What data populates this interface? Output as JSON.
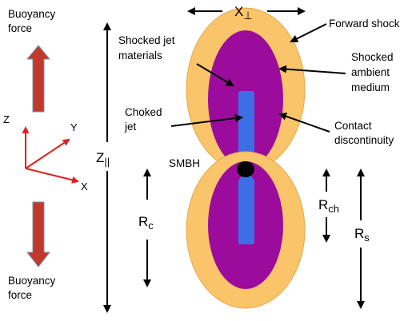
{
  "colors": {
    "forward_shock_fill": "#f9c46a",
    "ambient_fill": "#9c0c9c",
    "jet_fill": "#3c6fe6",
    "buoyancy_arrow": "#c0392b",
    "axes": "#e02020",
    "smbh": "#000000"
  },
  "labels": {
    "buoyancy_top_1": "Buoyancy",
    "buoyancy_top_2": "force",
    "buoyancy_bottom_1": "Buoyancy",
    "buoyancy_bottom_2": "force",
    "axis_z": "Z",
    "axis_y": "Y",
    "axis_x": "X",
    "x_perp_main": "X",
    "x_perp_sub": "⊥",
    "z_par_main": "Z",
    "z_par_sub": "||",
    "rc_main": "R",
    "rc_sub": "c",
    "rch_main": "R",
    "rch_sub": "ch",
    "rs_main": "R",
    "rs_sub": "s",
    "smbh": "SMBH",
    "shocked_jet_1": "Shocked jet",
    "shocked_jet_2": "materials",
    "choked_jet_1": "Choked",
    "choked_jet_2": "jet",
    "forward_shock": "Forward shock",
    "shocked_ambient_1": "Shocked",
    "shocked_ambient_2": "ambient",
    "shocked_ambient_3": "medium",
    "contact_1": "Contact",
    "contact_2": "discontinuity"
  }
}
